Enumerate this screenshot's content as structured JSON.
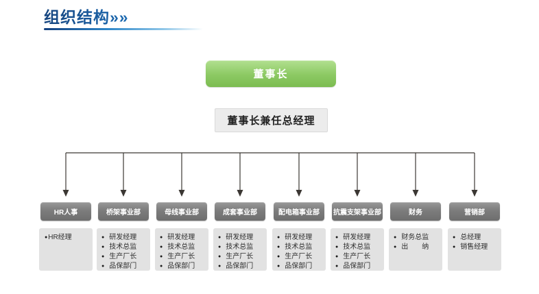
{
  "page": {
    "title": "组织结构",
    "title_arrows": "»»"
  },
  "org_chart": {
    "root": {
      "label": "董事长"
    },
    "general_manager": {
      "label": "董事长兼任总经理"
    },
    "departments": [
      {
        "label": "HR人事",
        "members": [
          "HR经理"
        ]
      },
      {
        "label": "桥架事业部",
        "members": [
          "研发经理",
          "技术总监",
          "生产厂长",
          "品保部门"
        ]
      },
      {
        "label": "母线事业部",
        "members": [
          "研发经理",
          "技术总监",
          "生产厂长",
          "品保部门"
        ]
      },
      {
        "label": "成套事业部",
        "members": [
          "研发经理",
          "技术总监",
          "生产厂长",
          "品保部门"
        ]
      },
      {
        "label": "配电箱事业部",
        "members": [
          "研发经理",
          "技术总监",
          "生产厂长",
          "品保部门"
        ]
      },
      {
        "label": "抗震支架事业部",
        "members": [
          "研发经理",
          "技术总监",
          "生产厂长",
          "品保部门"
        ]
      },
      {
        "label": "财务",
        "members": [
          "财务总监",
          "出　　纳"
        ]
      },
      {
        "label": "营销部",
        "members": [
          "总经理",
          "销售经理"
        ]
      }
    ]
  },
  "colors": {
    "title_blue_dark": "#16457f",
    "title_blue_light": "#36a4dc",
    "chairman_green": "#8cc963",
    "gm_box_gray": "#ececec",
    "dept_box_gray": "#7c7c7c",
    "member_panel_gray": "#e2e2e2",
    "connector": "#3b3733"
  }
}
